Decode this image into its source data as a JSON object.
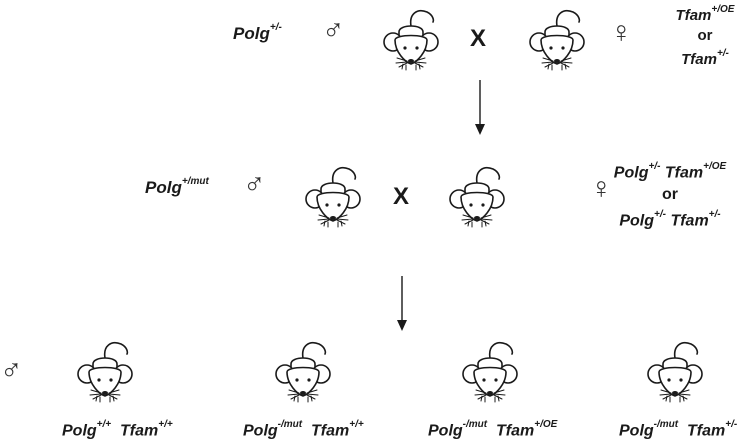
{
  "cross1": {
    "male_gene": "Polg",
    "male_allele": "+/-",
    "cross_symbol": "X",
    "female_opt1_gene": "Tfam",
    "female_opt1_allele": "+/OE",
    "or": "or",
    "female_opt2_gene": "Tfam",
    "female_opt2_allele": "+/-"
  },
  "cross2": {
    "male_gene": "Polg",
    "male_allele": "+/mut",
    "cross_symbol": "X",
    "female_opt1_gene1": "Polg",
    "female_opt1_allele1": "+/-",
    "female_opt1_gene2": "Tfam",
    "female_opt1_allele2": "+/OE",
    "or": "or",
    "female_opt2_gene1": "Polg",
    "female_opt2_allele1": "+/-",
    "female_opt2_gene2": "Tfam",
    "female_opt2_allele2": "+/-"
  },
  "offspring": [
    {
      "gene1": "Polg",
      "allele1": "+/+",
      "gene2": "Tfam",
      "allele2": "+/+"
    },
    {
      "gene1": "Polg",
      "allele1": "-/mut",
      "gene2": "Tfam",
      "allele2": "+/+"
    },
    {
      "gene1": "Polg",
      "allele1": "-/mut",
      "gene2": "Tfam",
      "allele2": "+/OE"
    },
    {
      "gene1": "Polg",
      "allele1": "-/mut",
      "gene2": "Tfam",
      "allele2": "+/-"
    }
  ],
  "symbols": {
    "male": "♂",
    "female": "♀"
  },
  "icons": [
    "mouse-icon",
    "down-arrow-icon",
    "male-symbol-icon",
    "female-symbol-icon"
  ]
}
